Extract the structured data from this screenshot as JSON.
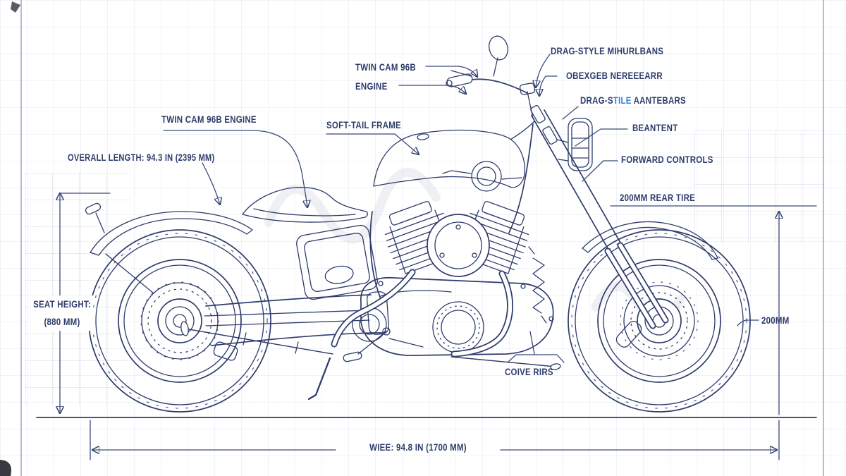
{
  "colors": {
    "ink": "#2e3c6b",
    "dim": "#3b4a7a",
    "highlight": "#2f7fd6",
    "border": "#a8b1c5"
  },
  "labels": {
    "engine_top_line1": "TWIN CAM 96B",
    "engine_top_line2": "ENGINE",
    "handlebars_top": "DRAG-STYLE MIHURLBANS",
    "gearbox": "OBEXGEB NEREEEARR",
    "handlebars_mid_pre": "DRAG-S",
    "handlebars_mid_hl": "TILE",
    "handlebars_mid_post": " AANTEBARS",
    "engine_left": "TWIN CAM 96B ENGINE",
    "frame": "SOFT-TAIL FRAME",
    "headlight": "BEANTENT",
    "forward_controls": "FORWARD CONTROLS",
    "rear_tire": "200MM REAR TIRE",
    "controls": "COIVE RIRS"
  },
  "dimensions": {
    "overall_length": "OVERALL LENGTH: 94.3 IN (2395 MM)",
    "seat_height_line1": "SEAT HEIGHT:",
    "seat_height_line2": "(880 MM)",
    "tire_width": "200MM",
    "wheelbase": "WIEE: 94.8 IN (1700 MM)"
  }
}
